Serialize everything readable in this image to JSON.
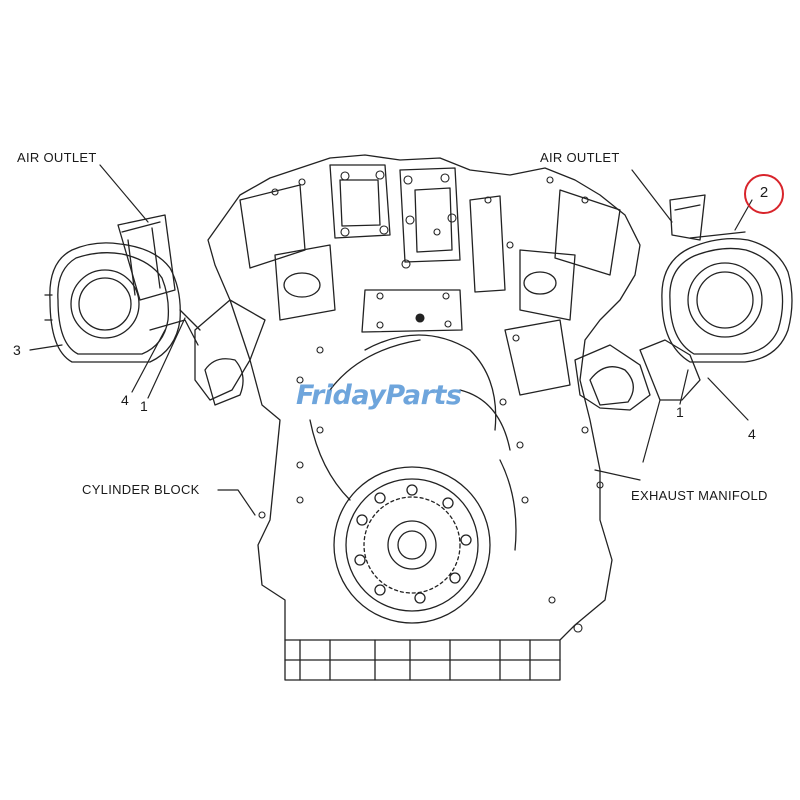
{
  "labels": {
    "air_outlet_left": "AIR OUTLET",
    "air_outlet_right": "AIR OUTLET",
    "cylinder_block": "CYLINDER BLOCK",
    "exhaust_manifold": "EXHAUST MANIFOLD"
  },
  "callouts": {
    "left_turbo": "3",
    "left_part_4": "4",
    "left_part_1": "1",
    "right_turbo": "2",
    "right_part_1": "1",
    "right_part_4": "4"
  },
  "watermark": "FridayParts",
  "colors": {
    "line": "#222222",
    "callout_circle": "#d8242b",
    "watermark": "#4a8fd4"
  }
}
